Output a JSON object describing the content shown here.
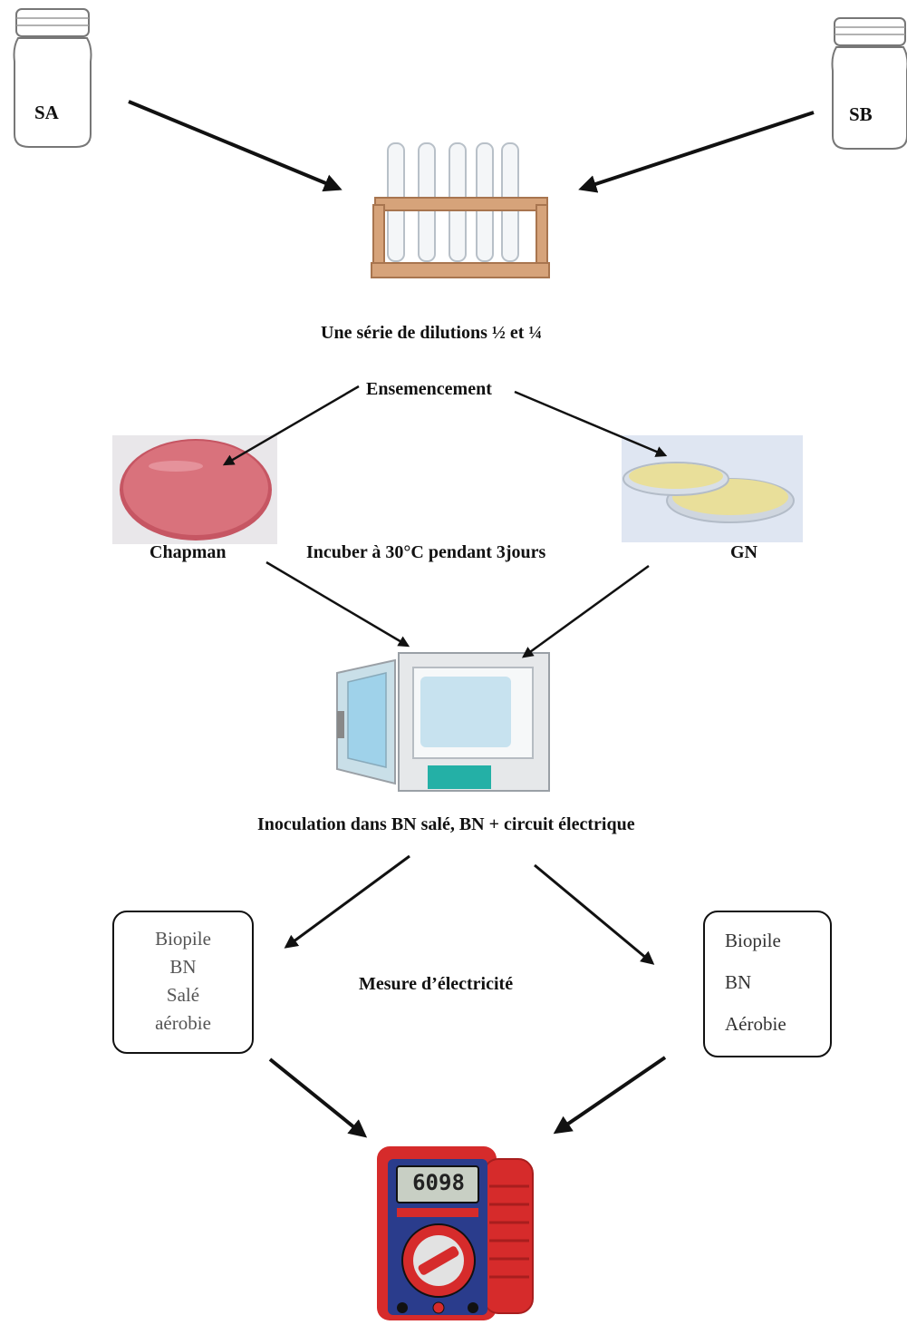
{
  "source_a": {
    "label": "SA"
  },
  "source_b": {
    "label": "SB"
  },
  "steps": {
    "dilution": "Une série de dilutions ½ et ¼",
    "seeding": "Ensemencement",
    "medium_left": "Chapman",
    "incubation": "Incuber à 30°C pendant 3jours",
    "medium_right": "GN",
    "inoculation": "Inoculation dans BN salé, BN + circuit électrique",
    "measure": "Mesure d’électricité"
  },
  "box_left": {
    "lines": [
      "Biopile",
      "BN",
      "Salé",
      "aérobie"
    ]
  },
  "box_right": {
    "lines": [
      "Biopile",
      "BN",
      "Aérobie"
    ]
  },
  "multimeter": {
    "display": "6098"
  },
  "colors": {
    "chapman_agar": "#d9727c",
    "gn_agar": "#e9df9a",
    "multimeter_body": "#d62b2b",
    "multimeter_face": "#2a3c8c",
    "incubator_panel": "#24b0a6"
  }
}
